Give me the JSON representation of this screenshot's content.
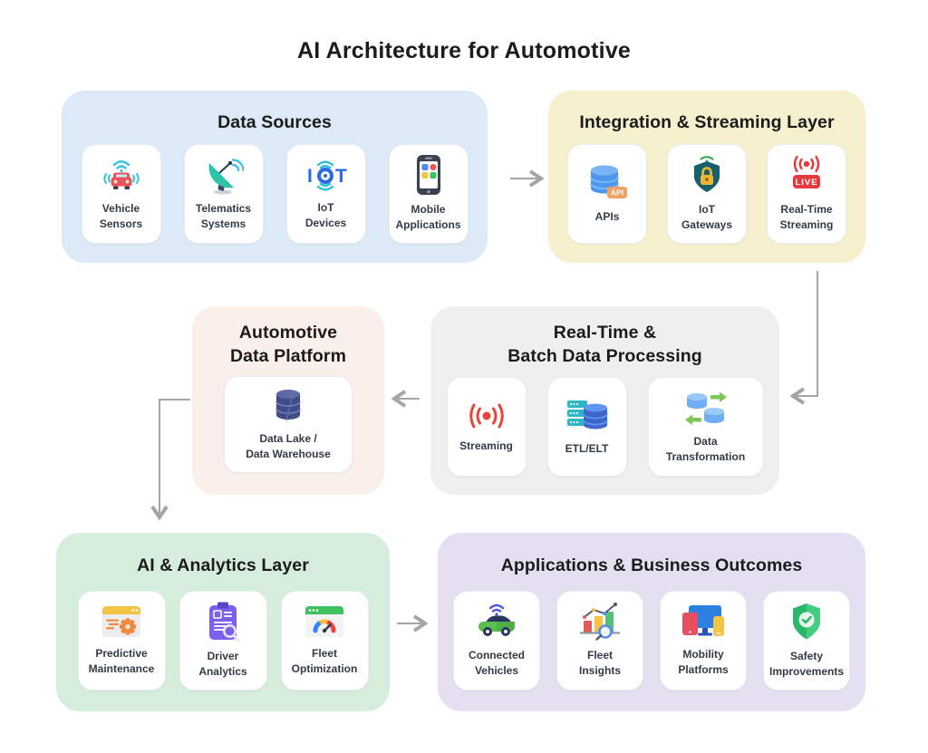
{
  "page": {
    "title": "AI Architecture for Automotive"
  },
  "colors": {
    "background": "#FFFFFF",
    "arrow": "#A5A5A5",
    "card_bg": "#FFFFFF",
    "data_sources_bg": "#DBEAF6",
    "integration_bg": "#F6F0CF",
    "platform_bg": "#FBEFEA",
    "processing_bg": "#EFEFEF",
    "ai_analytics_bg": "#D6EDDC",
    "applications_bg": "#E4E0F2",
    "accent_red": "#E6393F",
    "accent_blue": "#4E96EC",
    "accent_teal": "#2EC4A9",
    "accent_green": "#3EC25F",
    "accent_yellow": "#F6C445",
    "accent_purple": "#7D5FF0",
    "accent_orange": "#F08A3C"
  },
  "sections": {
    "data_sources": {
      "title": "Data Sources",
      "title_lines": [
        "Data Sources"
      ],
      "cards": [
        {
          "label": "Vehicle Sensors",
          "lines": [
            "Vehicle",
            "Sensors"
          ],
          "icon": "vehicle-sensors-icon"
        },
        {
          "label": "Telematics Systems",
          "lines": [
            "Telematics",
            "Systems"
          ],
          "icon": "telematics-systems-icon"
        },
        {
          "label": "IoT Devices",
          "lines": [
            "IoT",
            "Devices"
          ],
          "icon": "iot-devices-icon",
          "icon_letters": [
            "I",
            "T"
          ]
        },
        {
          "label": "Mobile Applications",
          "lines": [
            "Mobile",
            "Applications"
          ],
          "icon": "mobile-applications-icon"
        }
      ]
    },
    "integration": {
      "title": "Integration & Streaming Layer",
      "title_lines": [
        "Integration & Streaming Layer"
      ],
      "cards": [
        {
          "label": "APIs",
          "lines": [
            "APIs"
          ],
          "icon": "api-database-icon",
          "badge": "API"
        },
        {
          "label": "IoT Gateways",
          "lines": [
            "IoT",
            "Gateways"
          ],
          "icon": "iot-gateway-shield-icon"
        },
        {
          "label": "Real-Time Streaming",
          "lines": [
            "Real-Time",
            "Streaming"
          ],
          "icon": "live-streaming-icon",
          "badge": "LIVE"
        }
      ]
    },
    "platform": {
      "title": "Automotive Data Platform",
      "title_lines": [
        "Automotive",
        "Data Platform"
      ],
      "cards": [
        {
          "label": "Data Lake / Data Warehouse",
          "lines": [
            "Data Lake /",
            "Data Warehouse"
          ],
          "icon": "data-lake-icon"
        }
      ]
    },
    "processing": {
      "title": "Real-Time & Batch Data Processing",
      "title_lines": [
        "Real-Time &",
        "Batch Data Processing"
      ],
      "cards": [
        {
          "label": "Streaming",
          "lines": [
            "Streaming"
          ],
          "icon": "streaming-broadcast-icon"
        },
        {
          "label": "ETL/ELT",
          "lines": [
            "ETL/ELT"
          ],
          "icon": "etl-server-database-icon"
        },
        {
          "label": "Data Transformation",
          "lines": [
            "Data",
            "Transformation"
          ],
          "icon": "data-transformation-icon"
        }
      ]
    },
    "ai_analytics": {
      "title": "AI & Analytics Layer",
      "title_lines": [
        "AI & Analytics Layer"
      ],
      "cards": [
        {
          "label": "Predictive Maintenance",
          "lines": [
            "Predictive",
            "Maintenance"
          ],
          "icon": "predictive-maintenance-icon"
        },
        {
          "label": "Driver Analytics",
          "lines": [
            "Driver",
            "Analytics"
          ],
          "icon": "driver-analytics-icon"
        },
        {
          "label": "Fleet Optimization",
          "lines": [
            "Fleet",
            "Optimization"
          ],
          "icon": "fleet-optimization-icon"
        }
      ]
    },
    "applications": {
      "title": "Applications & Business Outcomes",
      "title_lines": [
        "Applications & Business Outcomes"
      ],
      "cards": [
        {
          "label": "Connected Vehicles",
          "lines": [
            "Connected",
            "Vehicles"
          ],
          "icon": "connected-vehicles-icon"
        },
        {
          "label": "Fleet Insights",
          "lines": [
            "Fleet",
            "Insights"
          ],
          "icon": "fleet-insights-icon"
        },
        {
          "label": "Mobility Platforms",
          "lines": [
            "Mobility",
            "Platforms"
          ],
          "icon": "mobility-platforms-icon"
        },
        {
          "label": "Safety Improvements",
          "lines": [
            "Safety",
            "Improvements"
          ],
          "icon": "safety-improvements-icon"
        }
      ]
    }
  }
}
